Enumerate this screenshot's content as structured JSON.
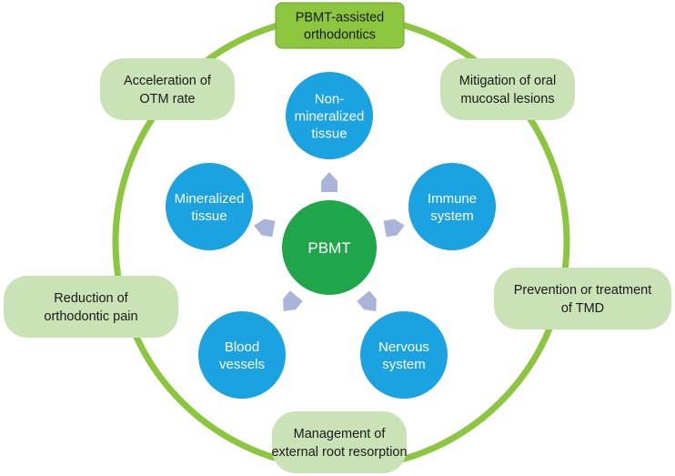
{
  "colors": {
    "ring": "#8cc63f",
    "pill_fill": "#c9e3b6",
    "title_fill": "#8cc63f",
    "title_stroke": "#6aa82c",
    "blue_node": "#1aa3e0",
    "center_node": "#1fa64a",
    "arrow": "#a9b4d8",
    "node_text": "#ffffff",
    "pill_text": "#1a1a1a"
  },
  "diagram": {
    "title": {
      "lines": [
        "PBMT-assisted",
        "orthodontics"
      ]
    },
    "center": {
      "label": "PBMT"
    },
    "inner_nodes": [
      {
        "id": "non-mineralized-tissue",
        "lines": [
          "Non-",
          "mineralized",
          "tissue"
        ]
      },
      {
        "id": "immune-system",
        "lines": [
          "Immune",
          "system"
        ]
      },
      {
        "id": "nervous-system",
        "lines": [
          "Nervous",
          "system"
        ]
      },
      {
        "id": "blood-vessels",
        "lines": [
          "Blood",
          "vessels"
        ]
      },
      {
        "id": "mineralized-tissue",
        "lines": [
          "Mineralized",
          "tissue"
        ]
      }
    ],
    "outer_pills": [
      {
        "id": "acceleration-otm",
        "lines": [
          "Acceleration of",
          "OTM rate"
        ]
      },
      {
        "id": "mitigation-oral-lesions",
        "lines": [
          "Mitigation of oral",
          "mucosal lesions"
        ]
      },
      {
        "id": "prevention-tmd",
        "lines": [
          "Prevention or treatment",
          "of TMD"
        ]
      },
      {
        "id": "reduction-pain",
        "lines": [
          "Reduction of",
          "orthodontic pain"
        ]
      },
      {
        "id": "management-root-resorption",
        "lines": [
          "Management of",
          "external root resorption"
        ]
      }
    ]
  }
}
